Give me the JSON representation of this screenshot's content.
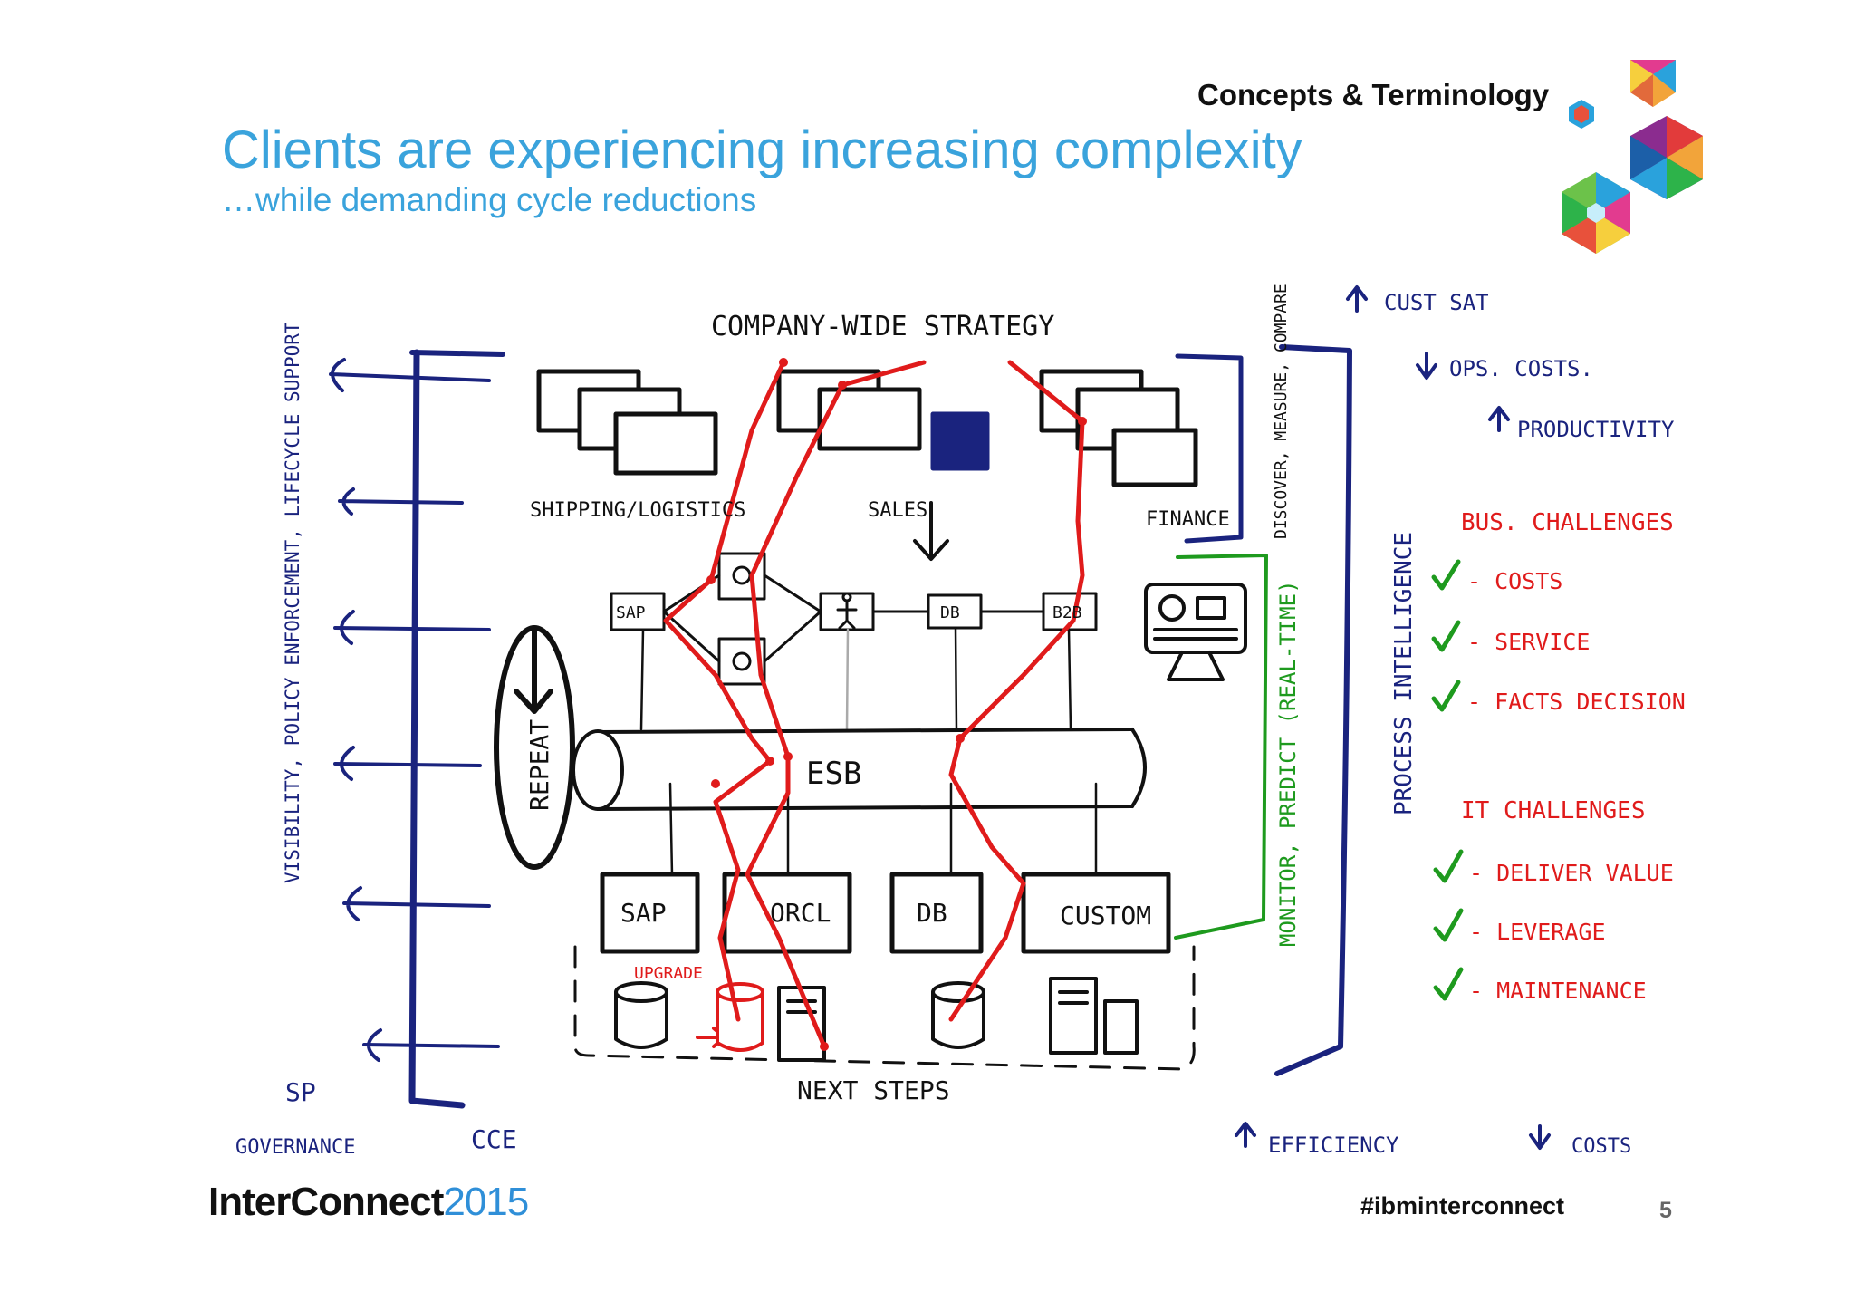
{
  "header": {
    "section_label": "Concepts & Terminology",
    "title": "Clients are experiencing increasing complexity",
    "subtitle": "…while demanding cycle reductions"
  },
  "footer": {
    "brand_name": "InterConnect",
    "brand_year": "2015",
    "hashtag": "#ibminterconnect",
    "page_number": "5"
  },
  "sketch": {
    "top_label": "COMPANY-WIDE STRATEGY",
    "departments": [
      "SHIPPING/LOGISTICS",
      "SALES",
      "FINANCE"
    ],
    "discover_label": "DISCOVER, MEASURE, COMPARE",
    "services": [
      "SAP",
      "DB",
      "B2B"
    ],
    "bus_label": "ESB",
    "repeat_label": "REPEAT",
    "backends": [
      "SAP",
      "ORCL",
      "DB",
      "CUSTOM"
    ],
    "upgrade_label": "UPGRADE",
    "next_steps_label": "NEXT STEPS",
    "left_side_label": "VISIBILITY, POLICY ENFORCEMENT, LIFECYCLE SUPPORT",
    "sp_label": "SP",
    "governance_label": "GOVERNANCE",
    "cce_label": "CCE",
    "monitor_label": "MONITOR, PREDICT (REAL-TIME)",
    "process_label": "PROCESS INTELLIGENCE",
    "outcomes": [
      "CUST SAT",
      "OPS. COSTS.",
      "PRODUCTIVITY"
    ],
    "bus_challenges": {
      "title": "BUS. CHALLENGES",
      "items": [
        "- COSTS",
        "- SERVICE",
        "- FACTS DECISION"
      ]
    },
    "it_challenges": {
      "title": "IT CHALLENGES",
      "items": [
        "- DELIVER VALUE",
        "- LEVERAGE",
        "- MAINTENANCE"
      ]
    },
    "bottom_outcomes": [
      "EFFICIENCY",
      "COSTS"
    ],
    "colors": {
      "ink": "#111111",
      "navy": "#1a237e",
      "red": "#e01b1b",
      "green": "#1e9a1e"
    }
  }
}
